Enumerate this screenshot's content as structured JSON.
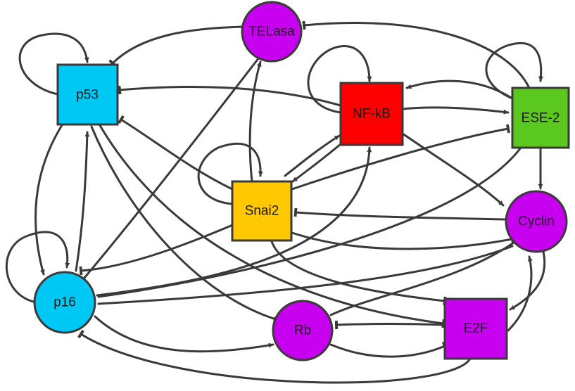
{
  "colors": {
    "edge": "#3a3a3a",
    "cyan": "#00c8f5",
    "red": "#ff0000",
    "green": "#5ac81e",
    "yellow": "#ffc800",
    "purple": "#c800f0"
  },
  "nodes": [
    {
      "id": "telasa",
      "label": "TELasa",
      "shape": "circle",
      "color": "#c800f0"
    },
    {
      "id": "p53",
      "label": "p53",
      "shape": "square",
      "color": "#00c8f5"
    },
    {
      "id": "nfkb",
      "label": "NF-kB",
      "shape": "square",
      "color": "#ff0000"
    },
    {
      "id": "ese2",
      "label": "ESE-2",
      "shape": "square",
      "color": "#5ac81e"
    },
    {
      "id": "snai2",
      "label": "Snai2",
      "shape": "square",
      "color": "#ffc800"
    },
    {
      "id": "cyclin",
      "label": "Cyclin",
      "shape": "circle",
      "color": "#c800f0"
    },
    {
      "id": "p16",
      "label": "p16",
      "shape": "circle",
      "color": "#00c8f5"
    },
    {
      "id": "rb",
      "label": "Rb",
      "shape": "circle",
      "color": "#c800f0"
    },
    {
      "id": "e2f",
      "label": "E2F",
      "shape": "square",
      "color": "#c800f0"
    }
  ]
}
